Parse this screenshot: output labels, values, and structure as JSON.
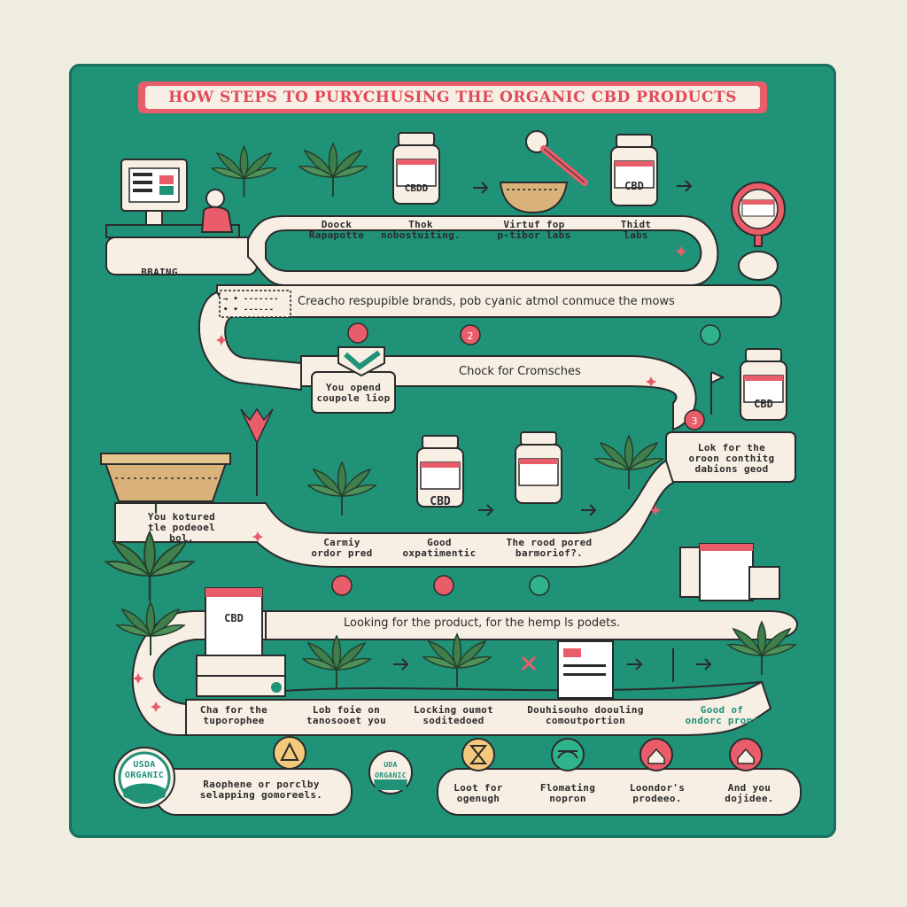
{
  "title": "HOW STEPS TO PURYCHUSING THE ORGANIC CBD PRODUCTS",
  "colors": {
    "board": "#1f9278",
    "path": "#f7efe4",
    "accent": "#e95d6a",
    "leaf": "#3f7f4c"
  },
  "labels": {
    "dock": "Doock\nRapapotte",
    "thok": "Thok\nnobostuiting.",
    "virtu": "Virtuf fop\np-tibor labs",
    "third": "Thidt\nlabs",
    "bbaing": "BBAING",
    "sticker_top": "→ • -------\n• • ------",
    "research": "Creacho respupible brands, pob cyanic atmol conmuce the mows",
    "you_opend": "You opend\ncoupole liop",
    "check": "Chock for Cromsches",
    "look_for": "Lok for the\noroon conthitg\ndabions geod",
    "you_kotured": "You kotured\ntle podeoel bol.",
    "carmiy": "Carmiy\nordor pred",
    "good": "Good\noxpatimentic",
    "the_food": "The rood pored\nbarmoriof?.",
    "looking": "Looking for the product, for the hemp ls podets.",
    "cha": "Cha for the\ntuporophee",
    "lob": "Lob foie on\ntanosooet you",
    "locking": "Locking oumot\nsoditedoed",
    "douh": "Douhisouho doouling\ncomoutportion",
    "good_of": "Good of\nondorc prope",
    "usda1": "USDA\nORGANIC",
    "usda2": "UDA\nORGANIC",
    "raophene": "Raophene or porclby\nselapping gomoreels.",
    "loot": "Loot for\nogenugh",
    "flomating": "Flomating\nnopron",
    "loondors": "Loondor's\nprodeeo.",
    "and_you": "And you\ndojidee.",
    "cbd": "CBD",
    "cbd_small": "CBDD",
    "step2": "2",
    "step3": "3"
  }
}
